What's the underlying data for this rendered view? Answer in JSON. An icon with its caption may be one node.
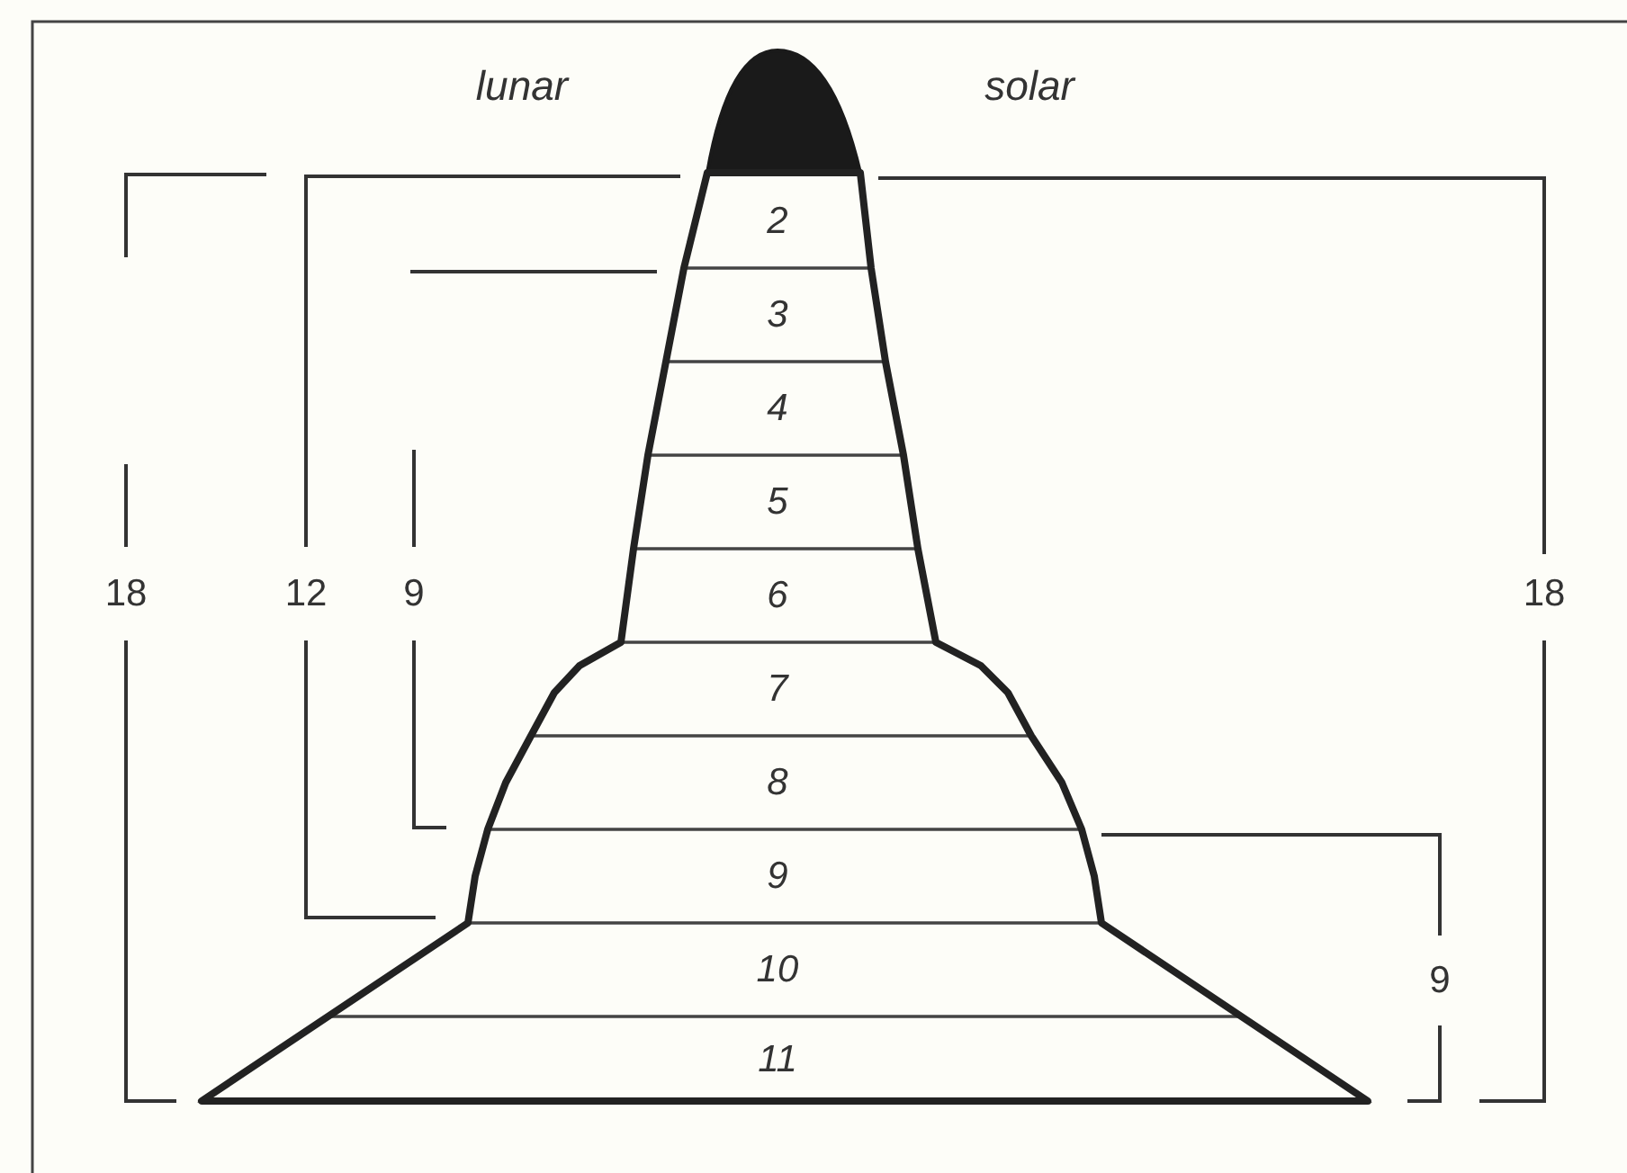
{
  "diagram": {
    "nodes": [
      {
        "text": [],
        "shape": "dome"
      },
      {
        "text": [
          "2"
        ]
      },
      {
        "text": [
          "3"
        ]
      },
      {
        "text": [
          "4"
        ]
      },
      {
        "text": [
          "5"
        ]
      },
      {
        "text": [
          "6"
        ]
      },
      {
        "text": [
          "7"
        ]
      },
      {
        "text": [
          "8"
        ]
      },
      {
        "text": [
          "9"
        ]
      },
      {
        "text": [
          "10"
        ]
      },
      {
        "text": [
          "11"
        ]
      }
    ],
    "labels": [
      "lunar",
      "solar",
      "18",
      "12",
      "9",
      "18",
      "9"
    ]
  }
}
